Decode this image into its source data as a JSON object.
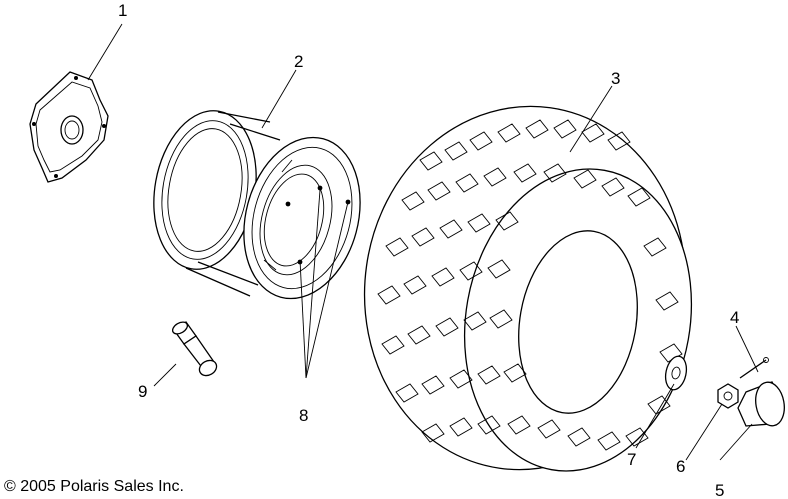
{
  "callouts": [
    {
      "id": "1",
      "text": "1",
      "part": "hub"
    },
    {
      "id": "2",
      "text": "2",
      "part": "wheel-rim"
    },
    {
      "id": "3",
      "text": "3",
      "part": "tire"
    },
    {
      "id": "4",
      "text": "4",
      "part": "cotter-pin"
    },
    {
      "id": "5",
      "text": "5",
      "part": "hub-cap"
    },
    {
      "id": "6",
      "text": "6",
      "part": "castle-nut"
    },
    {
      "id": "7",
      "text": "7",
      "part": "washer"
    },
    {
      "id": "8",
      "text": "8",
      "part": "rim-bolts"
    },
    {
      "id": "9",
      "text": "9",
      "part": "valve-stem"
    }
  ],
  "copyright": "© 2005 Polaris Sales Inc."
}
